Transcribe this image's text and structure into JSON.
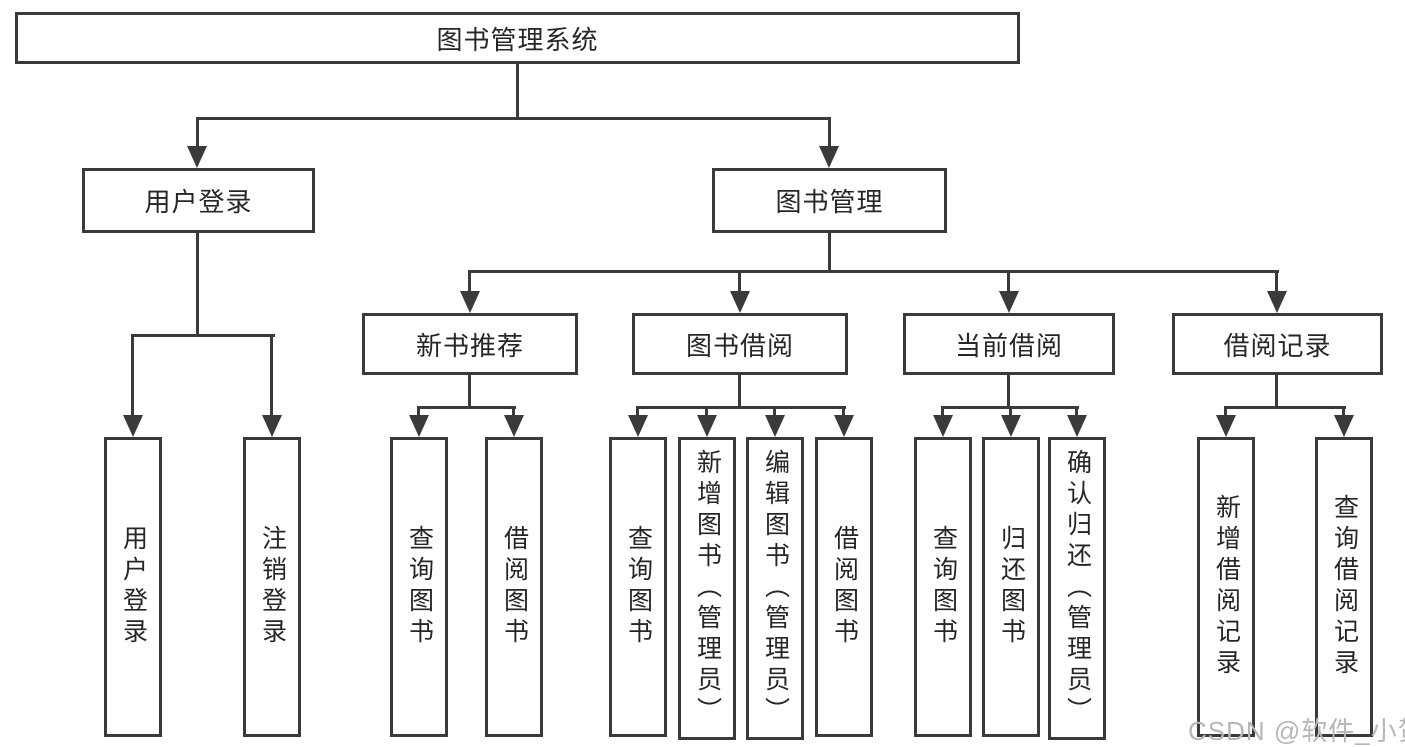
{
  "tree": {
    "root": "图书管理系统",
    "branches": [
      {
        "label": "用户登录",
        "children": [
          "用户登录",
          "注销登录"
        ]
      },
      {
        "label": "图书管理"
      }
    ],
    "modules": [
      {
        "label": "新书推荐",
        "children": [
          "查询图书",
          "借阅图书"
        ]
      },
      {
        "label": "图书借阅",
        "children": [
          "查询图书",
          "新增图书（管理员）",
          "编辑图书（管理员）",
          "借阅图书"
        ]
      },
      {
        "label": "当前借阅",
        "children": [
          "查询图书",
          "归还图书",
          "确认归还（管理员）"
        ]
      },
      {
        "label": "借阅记录",
        "children": [
          "新增借阅记录",
          "查询借阅记录"
        ]
      }
    ]
  },
  "watermark": {
    "text": "CSDN @软件_小贺同学"
  },
  "colors": {
    "line": "#3a3a3a",
    "text": "#262626",
    "background": "#ffffff",
    "box_fill": "#ffffff",
    "watermark": "#b7b7b7"
  }
}
